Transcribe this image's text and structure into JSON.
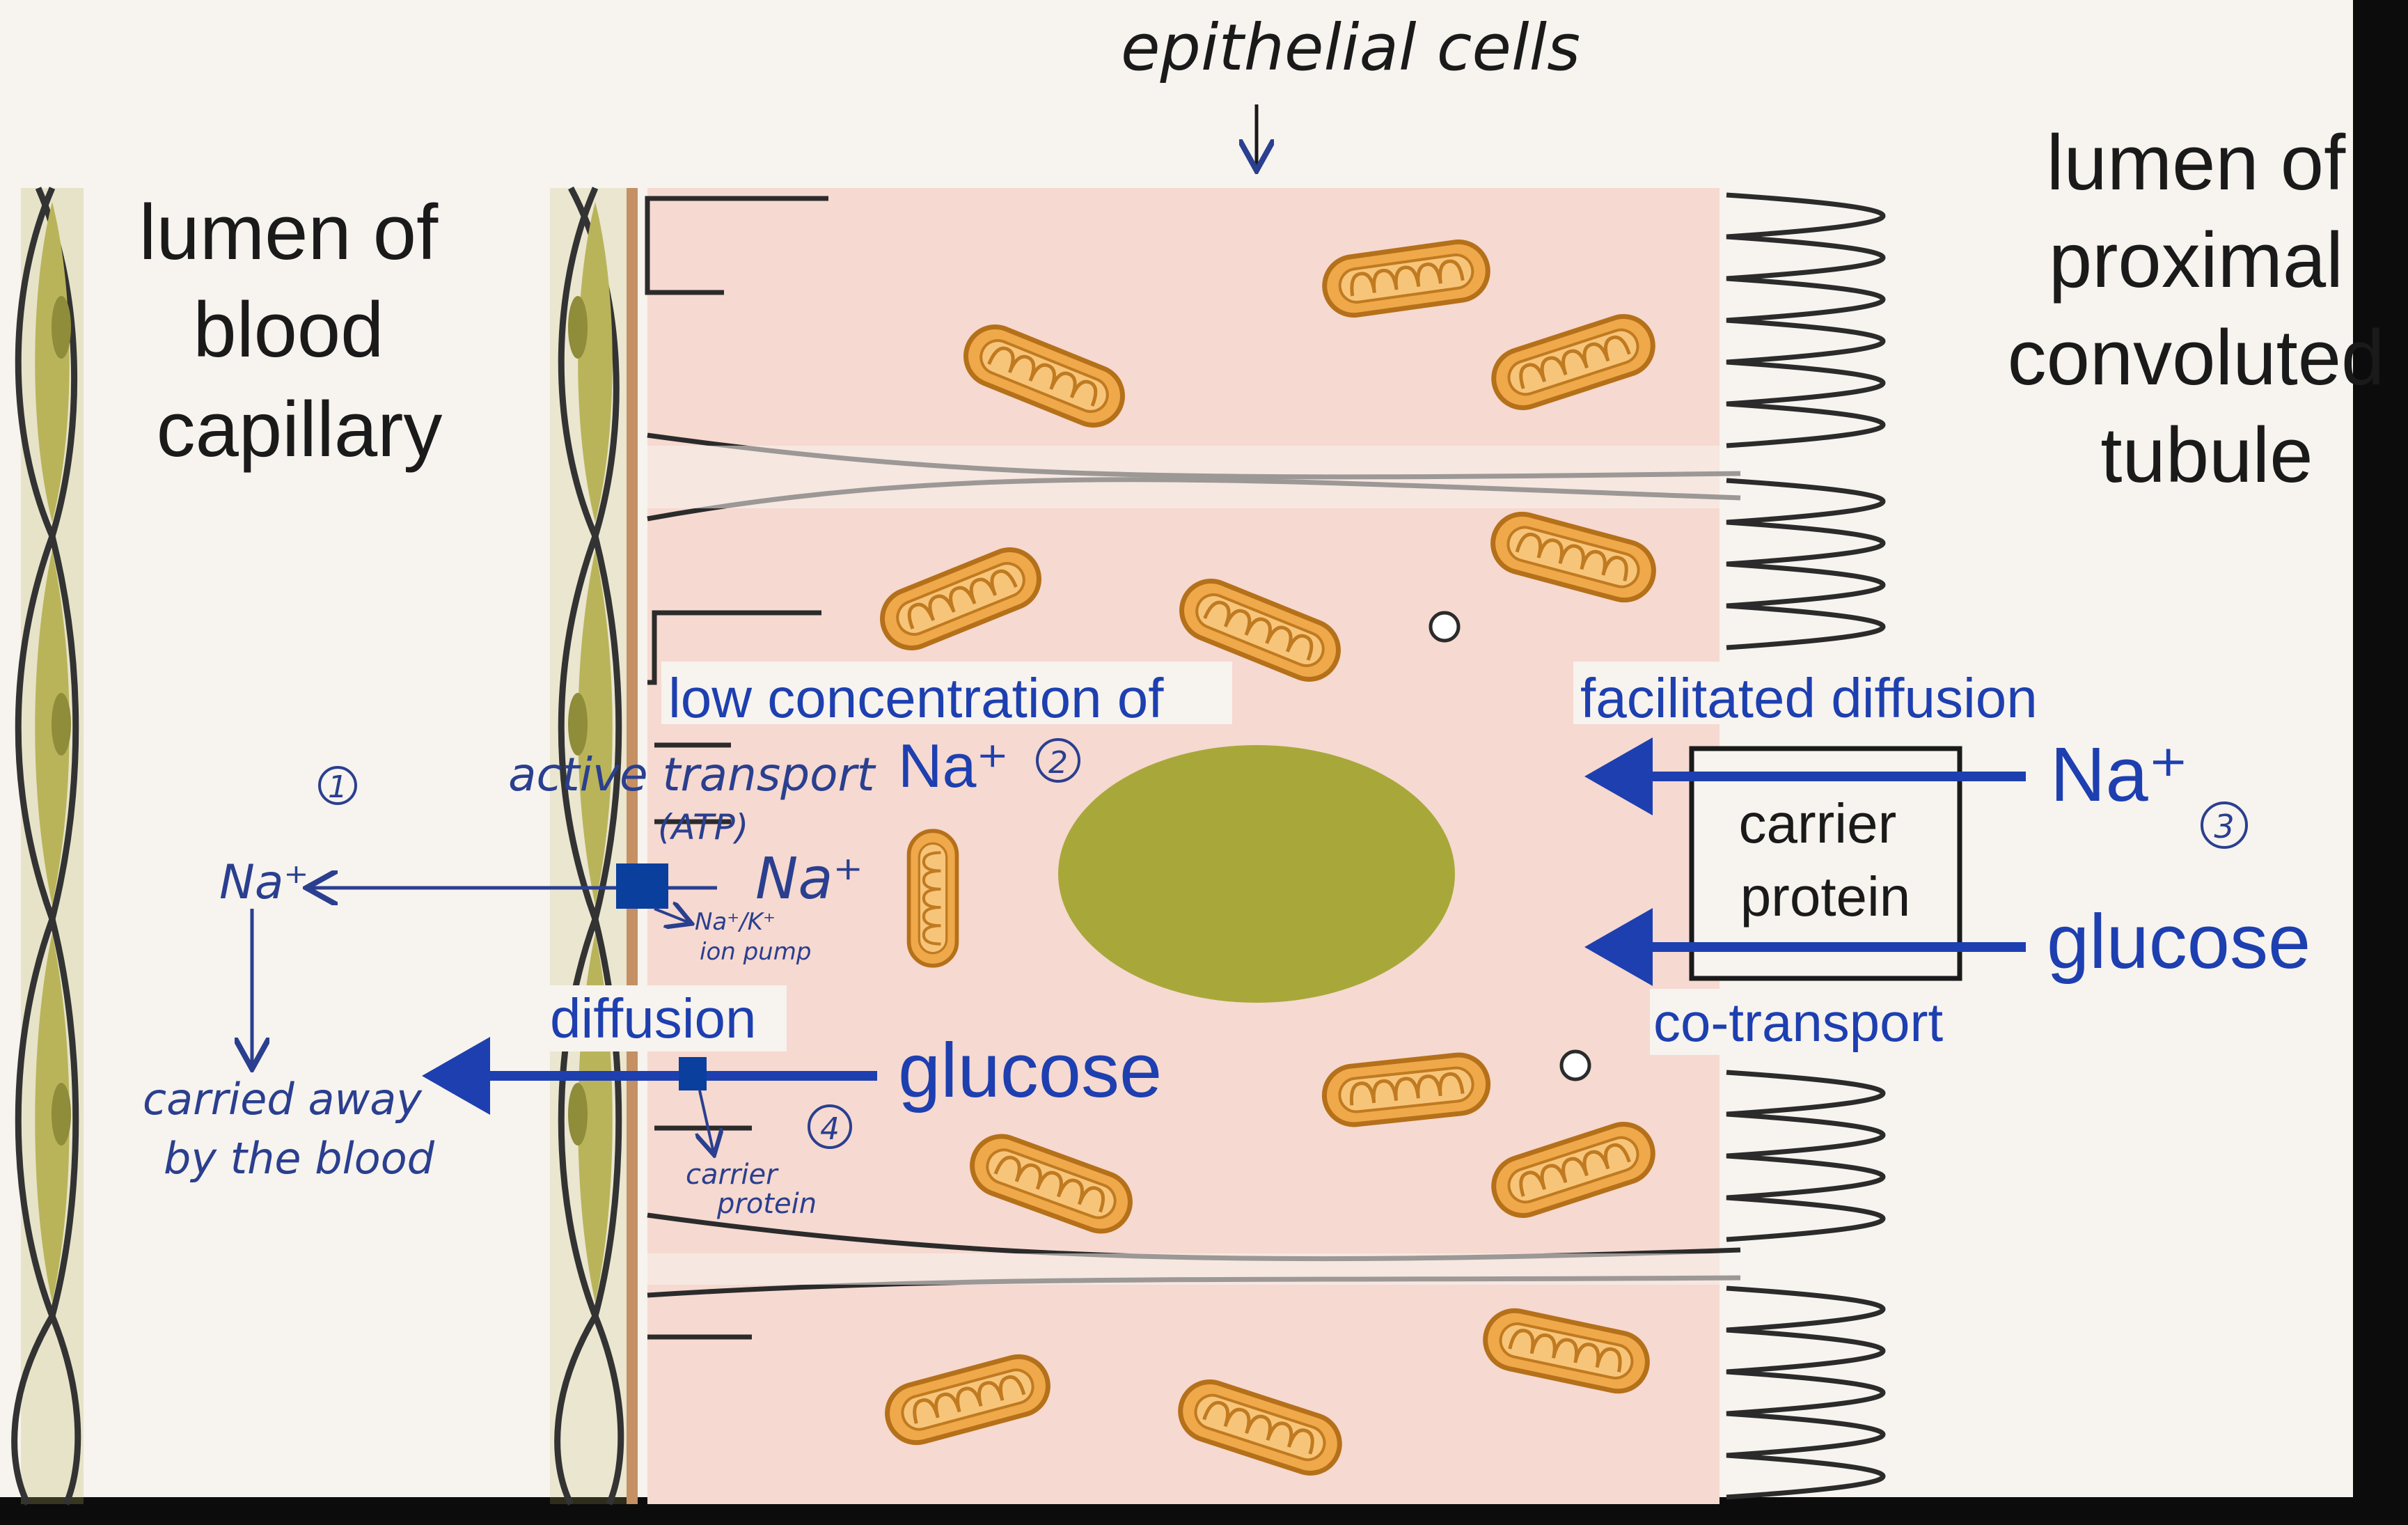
{
  "title_annotation": "epithelial cells",
  "labels": {
    "blood_lumen": [
      "lumen of",
      "blood",
      "capillary"
    ],
    "tubule_lumen": [
      "lumen of",
      "proximal",
      "convoluted",
      "tubule"
    ],
    "low_concentration": "low concentration of",
    "na_cell": "Na⁺",
    "facilitated_diffusion": "facilitated diffusion",
    "carrier_protein": [
      "carrier",
      "protein"
    ],
    "na_tubule": "Na⁺",
    "glucose_tubule": "glucose",
    "co_transport": "co-transport",
    "diffusion": "diffusion",
    "glucose_cell": "glucose"
  },
  "annotations": {
    "step_1": "1",
    "step_2": "2",
    "step_3": "3",
    "step_4": "4",
    "active_transport": "active transport",
    "atp": "(ATP)",
    "na_blood": "Na⁺",
    "na_pump_side": "Na⁺",
    "pump_label": [
      "Na⁺/K⁺",
      "ion pump"
    ],
    "carried_away": [
      "carried away",
      "by the blood"
    ],
    "carrier_small": [
      "carrier",
      "protein"
    ]
  },
  "colors": {
    "background": "#f7f3ee",
    "cell_fill": "#f6d9d0",
    "capillary_cell": "#b9b45a",
    "mitochondria": "#f0a94a",
    "nucleus": "#a8a83a",
    "print_blue": "#1d3fb0",
    "pump_blue": "#0b3f9e"
  }
}
